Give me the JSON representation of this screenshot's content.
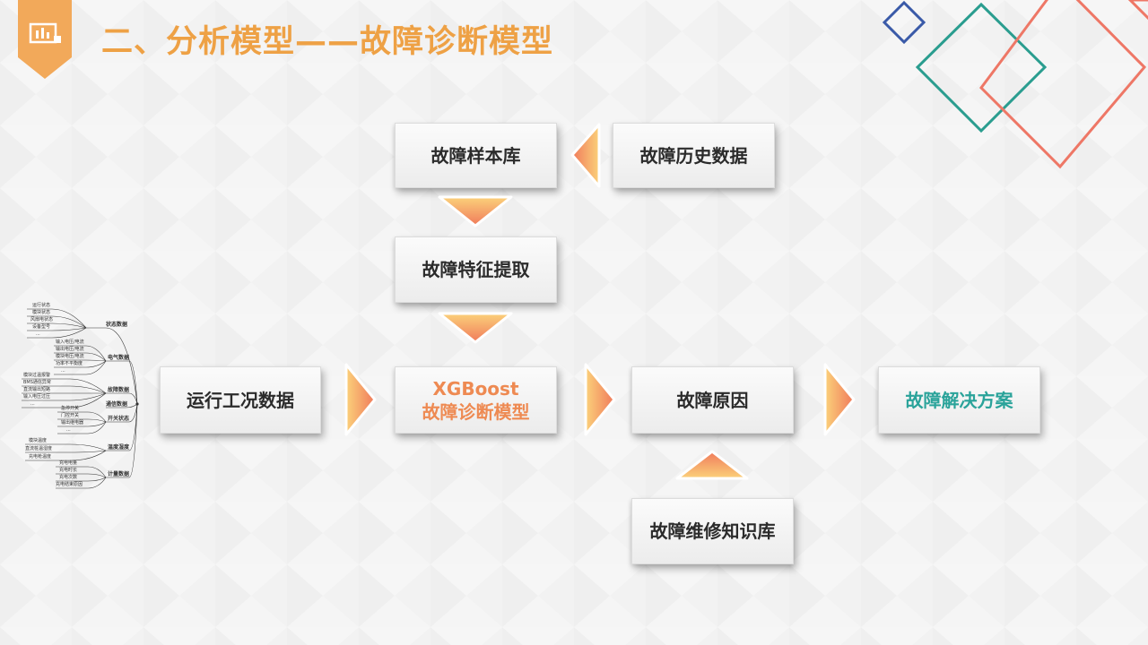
{
  "header": {
    "title": "二、分析模型——故障诊断模型"
  },
  "colors": {
    "title": "#eea145",
    "badge": "#f2a95a",
    "arrow_light": "#fbd17a",
    "arrow_dark": "#f07a5b",
    "result_text": "#2aa39a",
    "model_text": "#ee8a52"
  },
  "diagram": {
    "sample_library": "故障样本库",
    "history_data": "故障历史数据",
    "feature_extraction": "故障特征提取",
    "operating_data": "运行工况数据",
    "model_line1": "XGBoost",
    "model_line2": "故障诊断模型",
    "fault_cause": "故障原因",
    "solution": "故障解决方案",
    "knowledge_base": "故障维修知识库"
  },
  "mindmap": {
    "categories": [
      "状态数据",
      "电气数据",
      "故障数据",
      "通信数据",
      "开关状态",
      "温度湿度",
      "计量数据"
    ],
    "leaves": [
      "运行状态",
      "模块状态",
      "风扇电状态",
      "设备型号",
      "...",
      "输入电压/电流",
      "输出电压/电流",
      "模块电压/电流",
      "功率不平衡度",
      "...",
      "模块过温报警",
      "BMS通信异常",
      "直流输出短路",
      "输入电压过压",
      "...",
      "急停开关",
      "门控开关",
      "输出继电器",
      "...",
      "模块温度",
      "直流桩温湿度",
      "充电枪温度",
      "充电电量",
      "充电时长",
      "充电次数",
      "充电结束原因"
    ]
  }
}
